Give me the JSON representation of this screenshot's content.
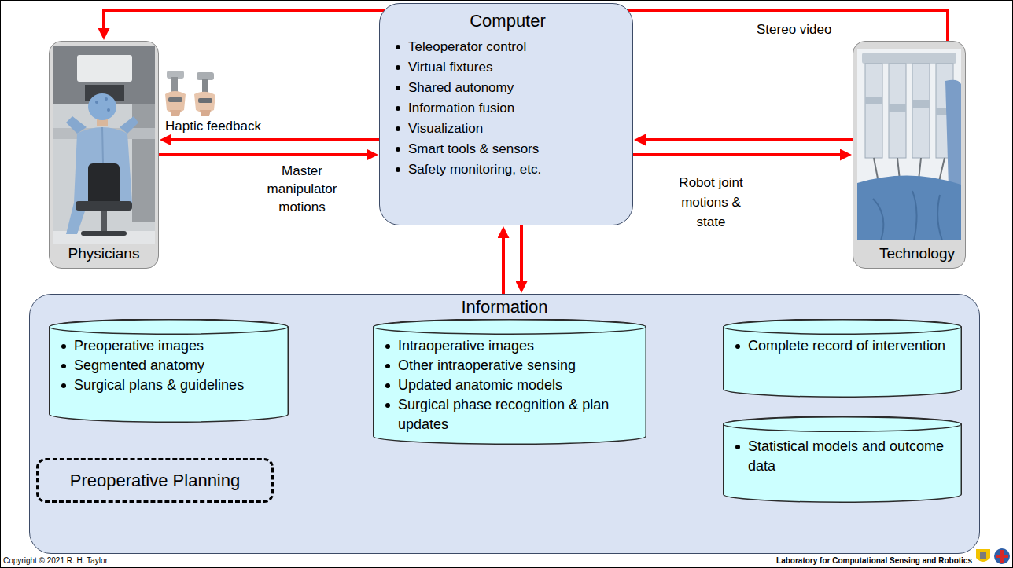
{
  "diagram": {
    "nodes": [
      {
        "text": [
          "Physicians"
        ]
      },
      {
        "text": [
          "Computer",
          "Teleoperator control",
          "Virtual fixtures",
          "Shared autonomy",
          "Information fusion",
          "Visualization",
          "Smart tools & sensors",
          "Safety monitoring, etc."
        ]
      },
      {
        "text": [
          "Technology"
        ]
      },
      {
        "text": [
          "Information"
        ]
      },
      {
        "text": [
          "Preoperative images",
          "Segmented anatomy",
          "Surgical plans & guidelines"
        ],
        "in": 3
      },
      {
        "text": [
          "Intraoperative images",
          "Other intraoperative sensing",
          "Updated anatomic models",
          "Surgical phase recognition & plan updates"
        ],
        "in": 3
      },
      {
        "text": [
          "Complete record of intervention"
        ],
        "in": 3
      },
      {
        "text": [
          "Statistical models and outcome data"
        ],
        "in": 3
      },
      {
        "text": [
          "Preoperative Planning"
        ],
        "in": 3
      }
    ],
    "edges": [
      {
        "from": 2,
        "to": 0,
        "label": "Stereo video",
        "arrow": "to"
      },
      {
        "from": 1,
        "to": 0,
        "label": "Haptic feedback",
        "arrow": "to"
      },
      {
        "from": 0,
        "to": 1,
        "label": "Master manipulator motions",
        "arrow": "to"
      },
      {
        "from": 2,
        "to": 1,
        "arrow": "to"
      },
      {
        "from": 1,
        "to": 2,
        "label": "Robot joint motions & state",
        "arrow": "to"
      },
      {
        "from": 3,
        "to": 1,
        "arrow": "to"
      },
      {
        "from": 1,
        "to": 3,
        "arrow": "to"
      },
      {
        "from": 4,
        "to": 5,
        "arrow": "to"
      },
      {
        "from": 5,
        "to": 6,
        "arrow": "to"
      },
      {
        "from": 6,
        "to": 7,
        "arrow": "to"
      },
      {
        "from": 7,
        "to": 8,
        "arrow": "to"
      },
      {
        "from": 7,
        "to": 5,
        "arrow": "to"
      },
      {
        "from": 8,
        "to": 4,
        "arrow": "to"
      },
      {
        "from": 4,
        "to": 8,
        "arrow": "to"
      }
    ],
    "labels": [
      "Copyright © 2021 R. H. Taylor",
      "Laboratory for Computational Sensing and Robotics"
    ]
  }
}
